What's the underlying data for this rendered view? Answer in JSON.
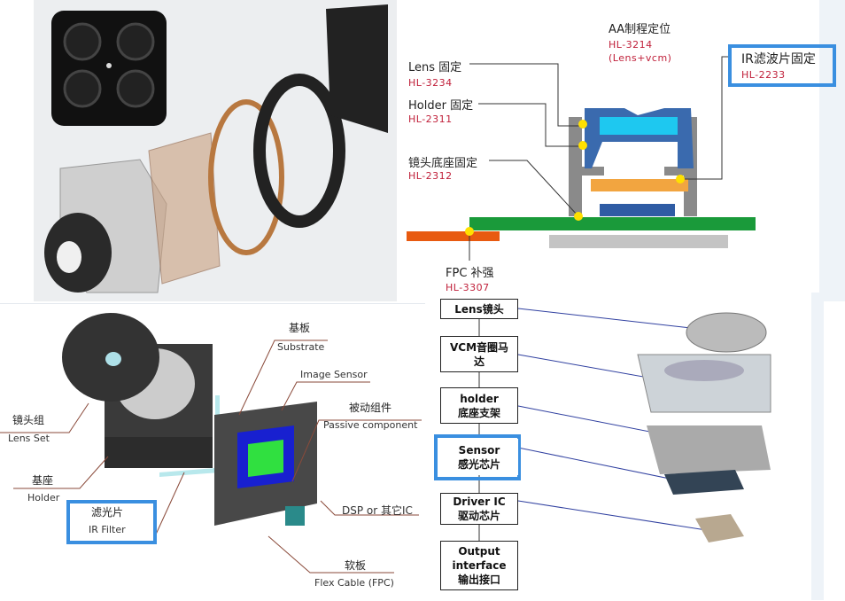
{
  "cross_section": {
    "aa": {
      "label": "AA制程定位",
      "code": "HL-3214",
      "note": "(Lens+vcm)"
    },
    "lens_fix": {
      "label": "Lens 固定",
      "code": "HL-3234"
    },
    "holder_fix": {
      "label": "Holder 固定",
      "code": "HL-2311"
    },
    "base_fix": {
      "label": "镜头底座固定",
      "code": "HL-2312"
    },
    "ir_fix": {
      "label": "IR滤波片固定",
      "code": "HL-2233"
    },
    "fpc": {
      "label": "FPC 补强",
      "code": "HL-3307"
    }
  },
  "exploded": {
    "substrate": {
      "cn": "基板",
      "en": "Substrate"
    },
    "image_sensor": {
      "en": "Image Sensor"
    },
    "passive": {
      "cn": "被动组件",
      "en": "Passive component"
    },
    "lens_set": {
      "cn": "镜头组",
      "en": "Lens Set"
    },
    "holder": {
      "cn": "基座",
      "en": "Holder"
    },
    "ir_filter": {
      "cn": "滤光片",
      "en": "IR Filter"
    },
    "dsp": {
      "label": "DSP or 其它IC"
    },
    "fpc": {
      "cn": "软板",
      "en": "Flex Cable (FPC)"
    }
  },
  "flow": [
    {
      "l1": "Lens镜头",
      "l2": ""
    },
    {
      "l1": "VCM音圈马",
      "l2": "达"
    },
    {
      "l1": "holder",
      "l2": "底座支架"
    },
    {
      "l1": "Sensor",
      "l2": "感光芯片"
    },
    {
      "l1": "Driver IC",
      "l2": "驱动芯片"
    },
    {
      "l1": "Output",
      "l2": "interface",
      "l3": "输出接口"
    }
  ],
  "colors": {
    "highlight": "#3a8fe0",
    "code_red": "#c0203a",
    "pcb_green": "#1a9a3a"
  }
}
